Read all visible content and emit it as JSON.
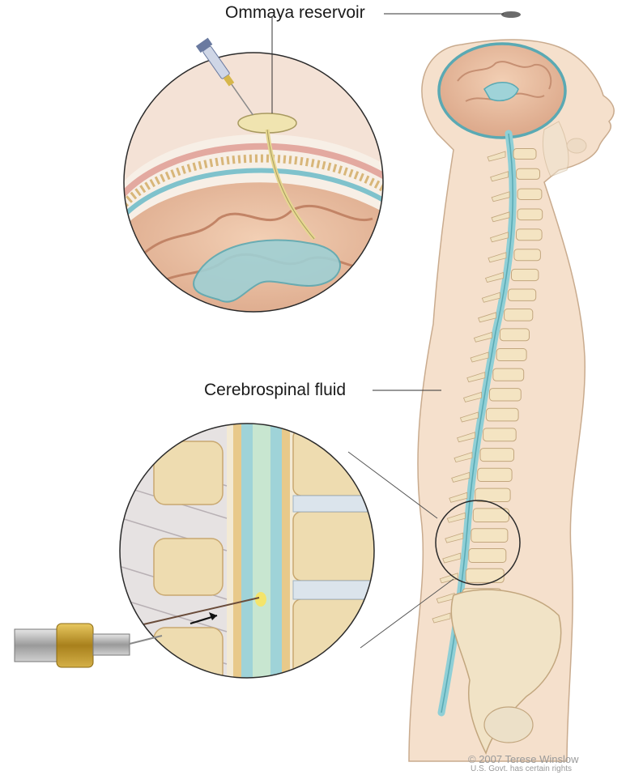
{
  "labels": {
    "ommaya": "Ommaya reservoir",
    "csf": "Cerebrospinal fluid"
  },
  "credit": {
    "line1": "© 2007 Terese Winslow",
    "line2": "U.S. Govt. has certain rights"
  },
  "colors": {
    "skin": "#f3dcc6",
    "bone": "#f4e4c2",
    "brain": "#e8b89c",
    "csf": "#8fcfd6",
    "outline": "#b89a7a"
  }
}
